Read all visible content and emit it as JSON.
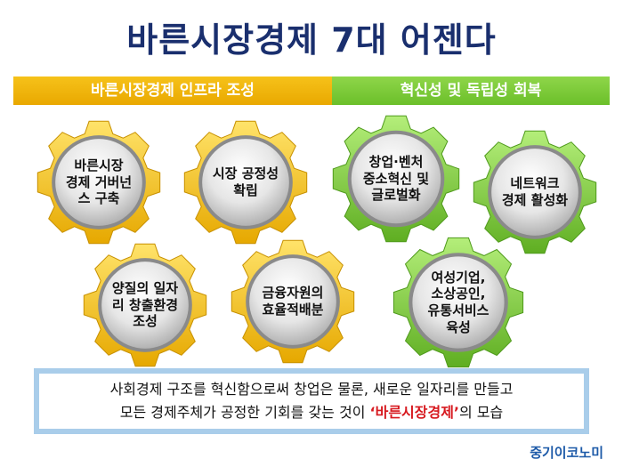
{
  "title": "바른시장경제 7대 어젠다",
  "bands": {
    "left": "바른시장경제 인프라 조성",
    "right": "혁신성 및 독립성 회복"
  },
  "gears_left": [
    {
      "label": "바른시장\n경제 거버넌\n스 구축"
    },
    {
      "label": "시장 공정성\n확립"
    },
    {
      "label": "양질의 일자\n리 창출환경\n조성"
    },
    {
      "label": "금융자원의\n효율적배분"
    }
  ],
  "gears_right": [
    {
      "label": "창업·벤처\n중소혁신 및\n글로벌화"
    },
    {
      "label": "네트워크\n경제 활성화"
    },
    {
      "label": "여성기업,\n소상공인,\n유통서비스\n육성"
    }
  ],
  "colors": {
    "title": "#1a2f6e",
    "yellow_band": "#f2b705",
    "green_band": "#7cc63a",
    "highlight": "#d7191f",
    "brand": "#1d5aa8"
  },
  "summary": {
    "line1": "사회경제 구조를 혁신함으로써 창업은 물론, 새로운 일자리를 만들고",
    "line2_a": "모든 경제주체가 공정한 기회를 갖는 것이 ",
    "line2_hl": "‘바른시장경제’",
    "line2_b": "의 모습"
  },
  "brand": "중기이코노미"
}
